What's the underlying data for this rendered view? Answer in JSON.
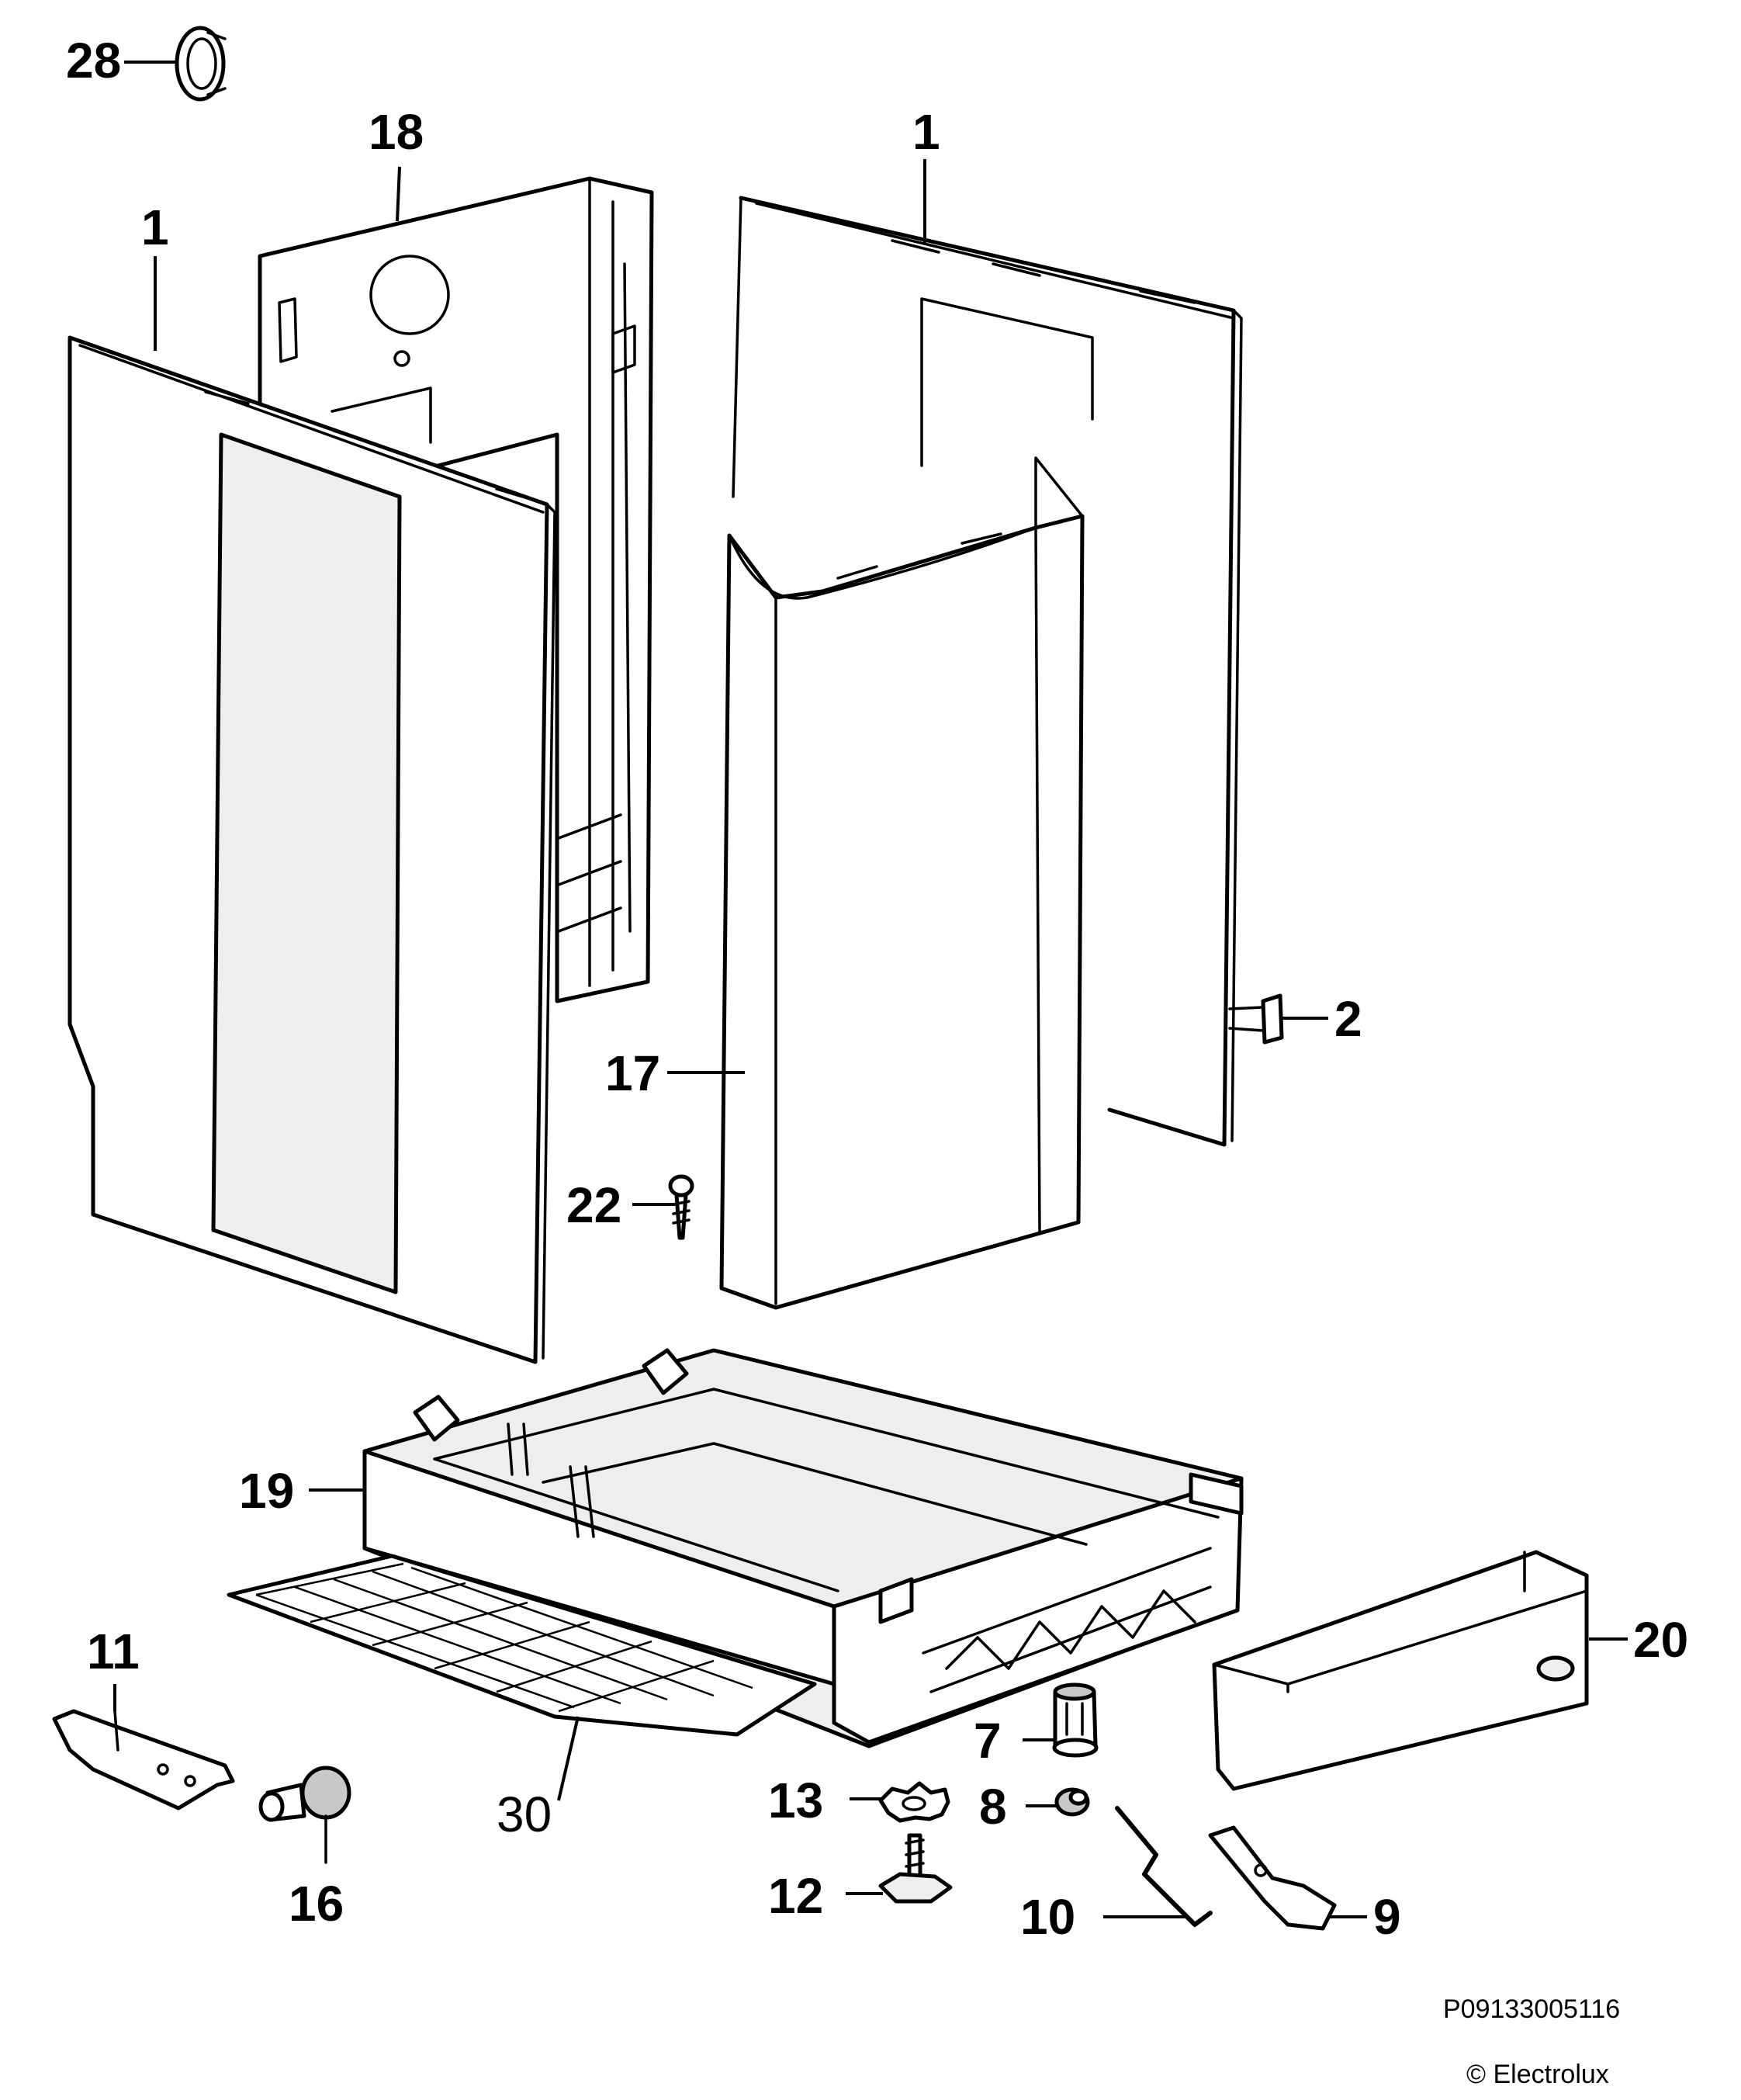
{
  "diagram": {
    "callouts": {
      "c28": "28",
      "c18": "18",
      "c1_top": "1",
      "c1_left": "1",
      "c2": "2",
      "c17": "17",
      "c22": "22",
      "c19": "19",
      "c20": "20",
      "c11": "11",
      "c30": "30",
      "c16": "16",
      "c7": "7",
      "c13": "13",
      "c8": "8",
      "c12": "12",
      "c10": "10",
      "c9": "9"
    },
    "drawing_number": "P09133005116",
    "copyright": "© Electrolux"
  }
}
